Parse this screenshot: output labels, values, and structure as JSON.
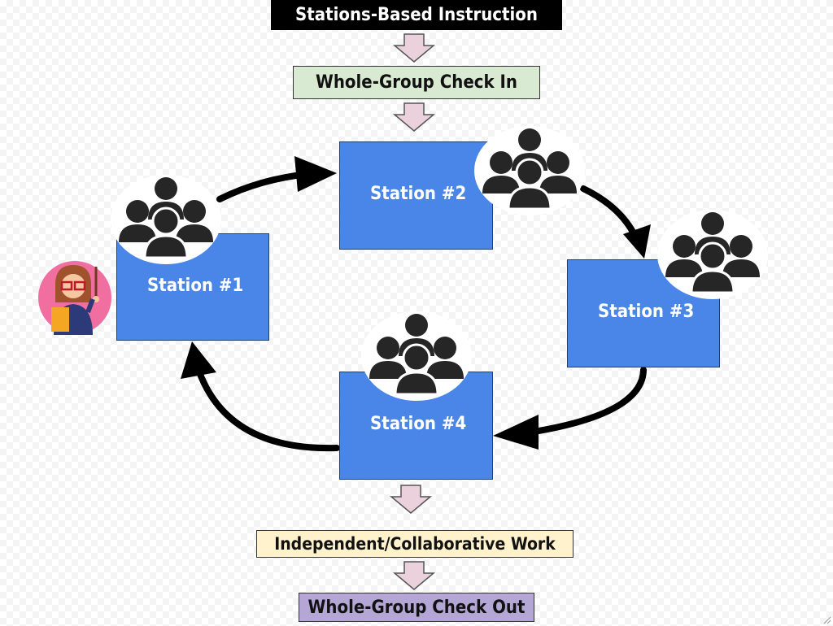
{
  "diagram": {
    "title": "Stations-Based Instruction",
    "check_in": "Whole-Group Check In",
    "stations": [
      "Station #1",
      "Station #2",
      "Station #3",
      "Station #4"
    ],
    "independent_work": "Independent/Collaborative Work",
    "check_out": "Whole-Group Check Out"
  },
  "colors": {
    "station_fill": "#4a86e8",
    "check_in_fill": "#d9ead3",
    "independent_fill": "#fff2cc",
    "check_out_fill": "#b4a7d6",
    "down_arrow_fill": "#ead1dc",
    "title_fill": "#000000"
  },
  "icons": {
    "group": "people-group-icon",
    "teacher": "teacher-icon",
    "down_arrow": "down-arrow-icon",
    "cycle_arrow": "curved-arrow-icon"
  }
}
